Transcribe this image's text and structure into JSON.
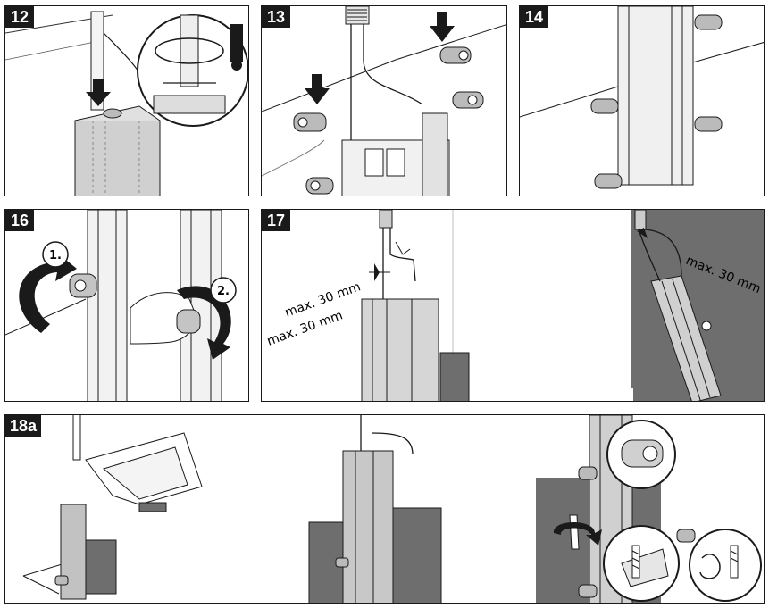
{
  "steps": {
    "s12": {
      "label": "12"
    },
    "s13": {
      "label": "13"
    },
    "s14": {
      "label": "14"
    },
    "s16": {
      "label": "16",
      "callout_1": "1.",
      "callout_2": "2."
    },
    "s17": {
      "label": "17",
      "dim_1": "max. 30 mm",
      "dim_2": "max. 30 mm",
      "dim_3": "max. 30 mm"
    },
    "s18a": {
      "label": "18a"
    }
  },
  "colors": {
    "line": "#1a1a1a",
    "panel_fill": "#d0d0d0",
    "rail_fill": "#e8e8e8",
    "dark_fill": "#6e6e6e",
    "arrow_fill": "#1a1a1a"
  }
}
